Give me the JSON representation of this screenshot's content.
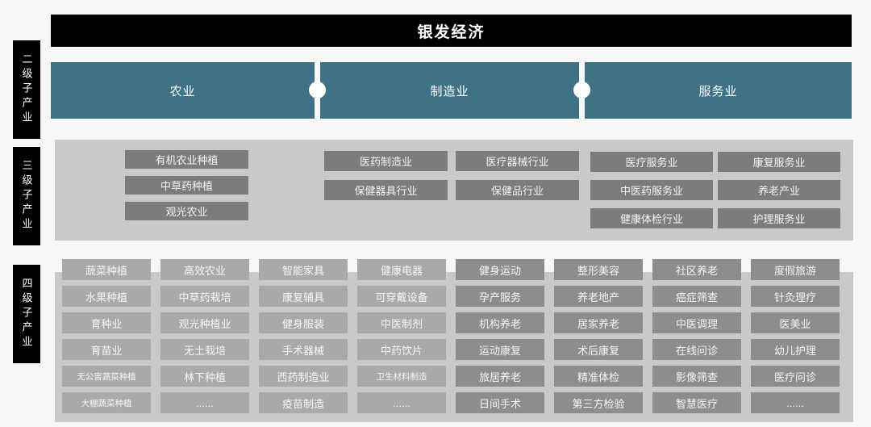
{
  "title": {
    "text": "银发经济",
    "bg": "#000000",
    "color": "#ffffff"
  },
  "side_labels": [
    {
      "label": "二级子产业"
    },
    {
      "label": "三级子产业"
    },
    {
      "label": "四级子产业"
    }
  ],
  "colors": {
    "level2_bar": "#3f7187",
    "panel": "#c9c9c9",
    "level3_box": "#7c7c7c",
    "level4_box_light": "#a9a9a9",
    "level4_box_dark": "#8d8d8d",
    "connector_dot": "#ffffff"
  },
  "level2": {
    "items": [
      {
        "label": "农业"
      },
      {
        "label": "制造业"
      },
      {
        "label": "服务业"
      }
    ]
  },
  "level3": {
    "groups": [
      {
        "parent": "农业",
        "items": [
          "有机农业种植",
          "中草药种植",
          "观光农业"
        ]
      },
      {
        "parent": "制造业",
        "items": [
          "医药制造业",
          "医疗器械行业",
          "保健器具行业",
          "保健品行业"
        ]
      },
      {
        "parent": "服务业",
        "items": [
          "医疗服务业",
          "康复服务业",
          "中医药服务业",
          "养老产业",
          "健康体检行业",
          "护理服务业"
        ]
      }
    ]
  },
  "level4": {
    "columns": [
      {
        "tone": "light",
        "items": [
          "蔬菜种植",
          "水果种植",
          "育种业",
          "育苗业",
          "无公害蔬菜种植",
          "大棚蔬菜种植"
        ]
      },
      {
        "tone": "light",
        "items": [
          "高效农业",
          "中草药栽培",
          "观光种植业",
          "无土栽培",
          "林下种植",
          "......"
        ]
      },
      {
        "tone": "light",
        "items": [
          "智能家具",
          "康复辅具",
          "健身服装",
          "手术器械",
          "西药制造业",
          "疫苗制造"
        ]
      },
      {
        "tone": "light",
        "items": [
          "健康电器",
          "可穿戴设备",
          "中医制剂",
          "中药饮片",
          "卫生材料制造",
          "......"
        ]
      },
      {
        "tone": "dark",
        "items": [
          "健身运动",
          "孕产服务",
          "机构养老",
          "运动康复",
          "旅居养老",
          "日间手术"
        ]
      },
      {
        "tone": "dark",
        "items": [
          "整形美容",
          "养老地产",
          "居家养老",
          "术后康复",
          "精准体检",
          "第三方检验"
        ]
      },
      {
        "tone": "dark",
        "items": [
          "社区养老",
          "癌症筛查",
          "中医调理",
          "在线问诊",
          "影像筛查",
          "智慧医疗"
        ]
      },
      {
        "tone": "dark",
        "items": [
          "度假旅游",
          "针灸理疗",
          "医美业",
          "幼儿护理",
          "医疗问诊",
          "......"
        ]
      }
    ]
  }
}
